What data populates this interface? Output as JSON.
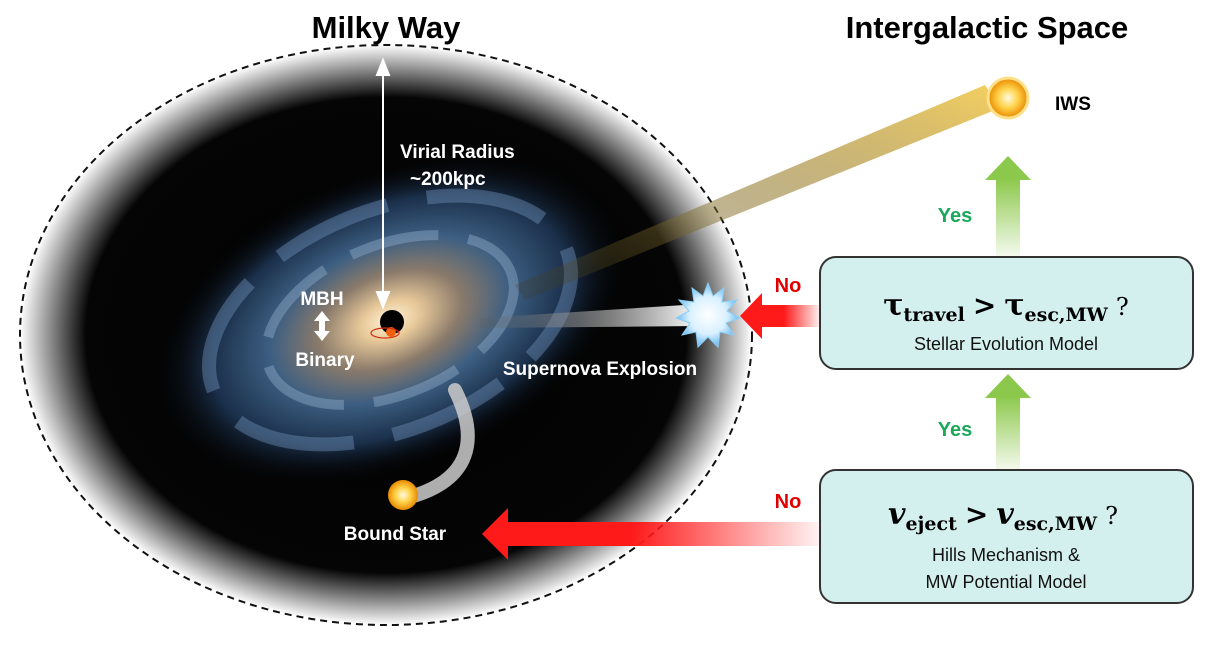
{
  "titles": {
    "left": "Milky Way",
    "right": "Intergalactic Space"
  },
  "labels": {
    "virial_radius": "Virial Radius",
    "virial_value": "~200kpc",
    "mbh": "MBH",
    "binary": "Binary",
    "supernova": "Supernova Explosion",
    "bound_star": "Bound Star",
    "iws": "IWS"
  },
  "arrows": {
    "yes_top": "Yes",
    "yes_bottom": "Yes",
    "no_top": "No",
    "no_bottom": "No"
  },
  "boxes": {
    "travel": {
      "symbol": "τ",
      "sub1": "travel",
      "gt": ">",
      "symbol2": "τ",
      "sub2": "esc,MW",
      "q": "?",
      "caption": "Stellar Evolution Model"
    },
    "eject": {
      "symbol": "v",
      "sub1": "eject",
      "gt": ">",
      "symbol2": "v",
      "sub2": "esc,MW",
      "q": "?",
      "caption1": "Hills Mechanism &",
      "caption2": "MW Potential Model"
    }
  },
  "colors": {
    "box_fill": "#d4f0ee",
    "yes": "#1aa85a",
    "no": "#e00000",
    "green_arrow": "#8cc84b",
    "red_arrow": "#ff1a1a"
  }
}
